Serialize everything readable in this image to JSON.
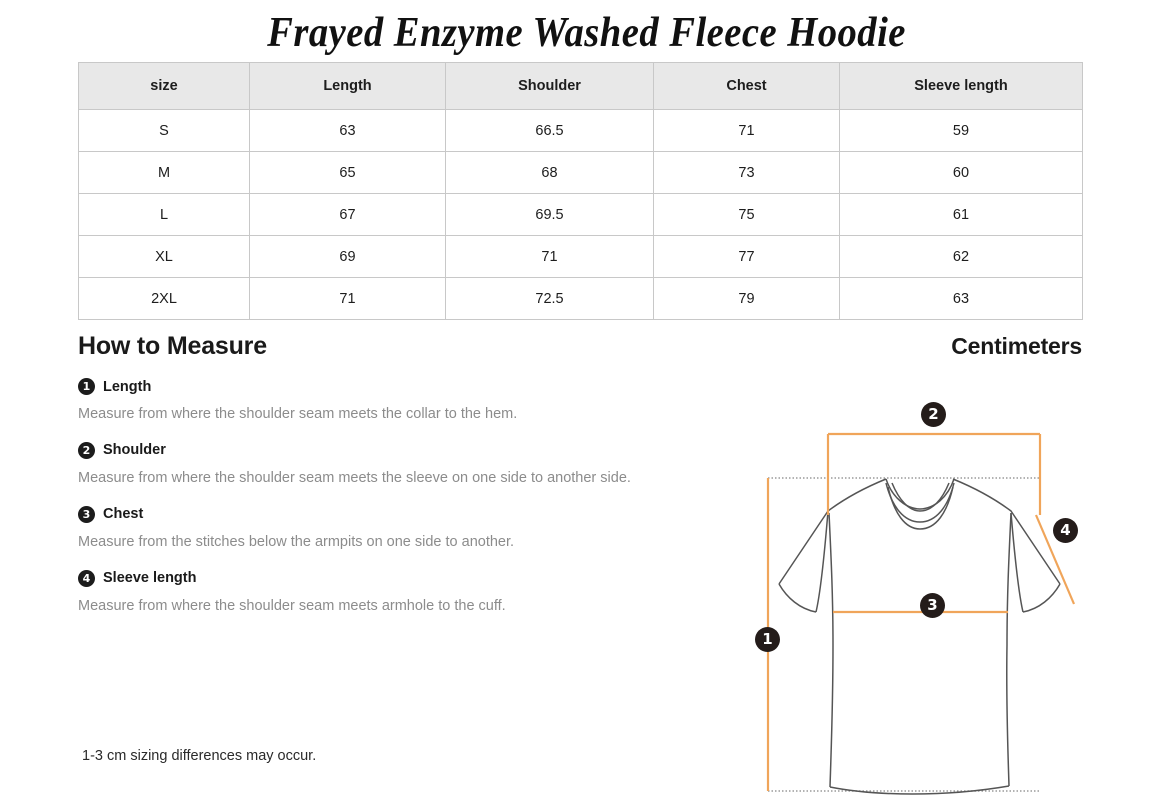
{
  "title": "Frayed Enzyme Washed Fleece Hoodie",
  "unit_label": "Centimeters",
  "howto_heading": "How to Measure",
  "footnote": "1-3 cm sizing differences may occur.",
  "table": {
    "headers": [
      "size",
      "Length",
      "Shoulder",
      "Chest",
      "Sleeve length"
    ],
    "rows": [
      {
        "size": "S",
        "length": "63",
        "shoulder": "66.5",
        "chest": "71",
        "sleeve": "59"
      },
      {
        "size": "M",
        "length": "65",
        "shoulder": "68",
        "chest": "73",
        "sleeve": "60"
      },
      {
        "size": "L",
        "length": "67",
        "shoulder": "69.5",
        "chest": "75",
        "sleeve": "61"
      },
      {
        "size": "XL",
        "length": "69",
        "shoulder": "71",
        "chest": "77",
        "sleeve": "62"
      },
      {
        "size": "2XL",
        "length": "71",
        "shoulder": "72.5",
        "chest": "79",
        "sleeve": "63"
      }
    ]
  },
  "measurements": [
    {
      "number": "1",
      "label": "Length",
      "description": "Measure from where the shoulder seam meets the collar to the hem."
    },
    {
      "number": "2",
      "label": "Shoulder",
      "description": "Measure from where the shoulder seam meets the sleeve on one side to another side."
    },
    {
      "number": "3",
      "label": "Chest",
      "description": "Measure from the stitches below the armpits on one side to another."
    },
    {
      "number": "4",
      "label": "Sleeve length",
      "description": "Measure from where the shoulder seam meets armhole to the cuff."
    }
  ],
  "diagram": {
    "badges": [
      "1",
      "2",
      "3",
      "4"
    ],
    "line_color": "#f0a55a",
    "garment_outline_color": "#555555",
    "badge_color": "#241c1a"
  },
  "colors": {
    "header_bg": "#e8e8e8",
    "border": "#c8c8c8",
    "text": "#1a1a1a",
    "muted_text": "#8c8c8c",
    "accent_orange": "#f0a55a"
  }
}
